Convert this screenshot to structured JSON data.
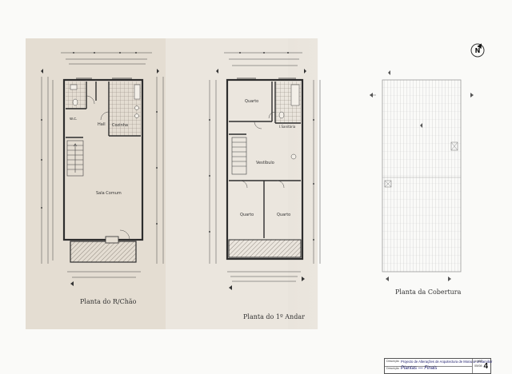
{
  "plans": {
    "ground_floor": {
      "caption": "Planta do R/Chão",
      "rooms": {
        "wc": "w.c.",
        "hall": "Hall",
        "kitchen": "Cozinha",
        "common_room": "Sala Comum"
      }
    },
    "first_floor": {
      "caption": "Planta do 1º Andar",
      "rooms": {
        "bedroom1": "Quarto",
        "bathroom": "I.Sanitária",
        "vestibule": "Vestíbulo",
        "bedroom2": "Quarto",
        "bedroom3": "Quarto"
      }
    },
    "roof": {
      "caption": "Planta da Cobertura"
    }
  },
  "title_block": {
    "project_label": "Descrição",
    "project_title": "Projecto de Alterações de Arquitectura de Moradia Unifamiliar",
    "sheet_label": "Descrição",
    "sheet_title": "Plantas — Finais",
    "scale": "1:100",
    "date": "05/08",
    "sheet_number": "4"
  },
  "north_arrow": {
    "letter": "N",
    "icon": "north-arrow-icon"
  },
  "colors": {
    "paper": "#e4ddd2",
    "line": "#3a3a3a",
    "hatch": "#8a8178",
    "ink_blue": "#1a1a6a"
  }
}
